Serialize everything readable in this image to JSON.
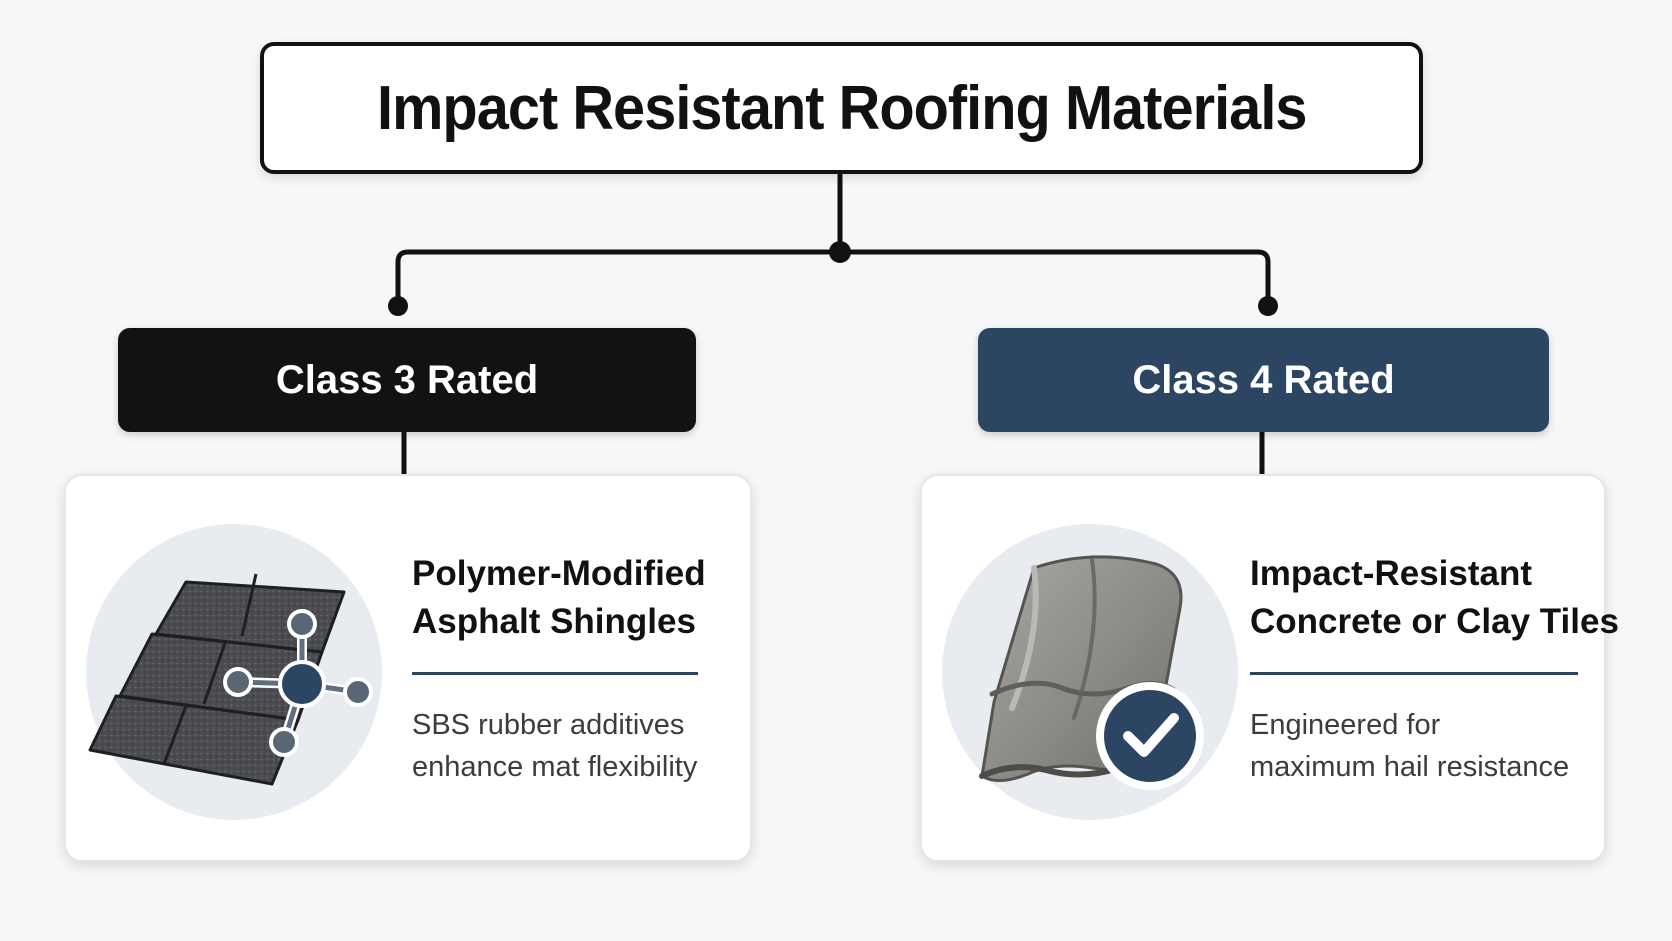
{
  "title": "Impact Resistant Roofing Materials",
  "colors": {
    "class3": "#121214",
    "class4": "#2b4562",
    "connector": "#111111",
    "accent": "#2b4562"
  },
  "branches": [
    {
      "label": "Class 3 Rated",
      "material_lines": [
        "Polymer-Modified",
        "Asphalt Shingles"
      ],
      "description_lines": [
        "SBS rubber additives",
        "enhance mat flexibility"
      ],
      "icon": "asphalt-shingles-molecule-icon"
    },
    {
      "label": "Class 4 Rated",
      "material_lines": [
        "Impact-Resistant",
        "Concrete or Clay Tiles"
      ],
      "description_lines": [
        "Engineered for",
        "maximum hail resistance"
      ],
      "icon": "roof-tile-checkmark-icon"
    }
  ]
}
